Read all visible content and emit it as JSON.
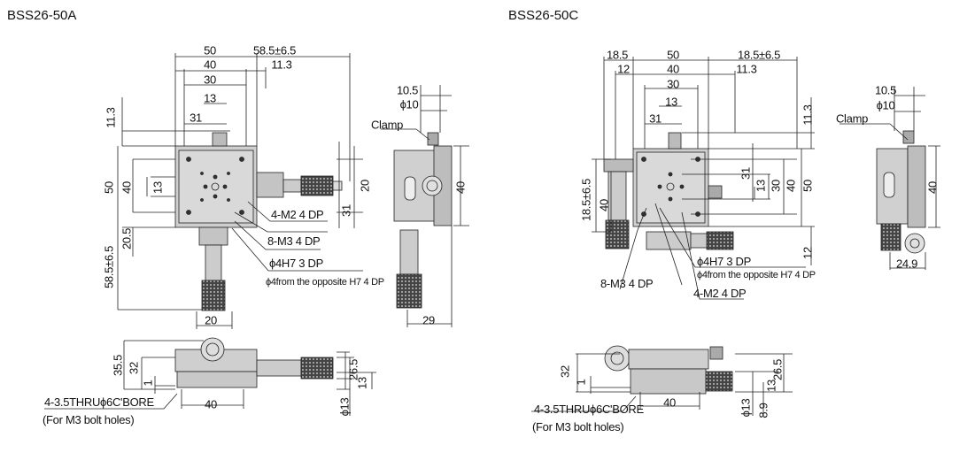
{
  "left": {
    "title": "BSS26-50A",
    "top_view": [
      "50",
      "58.5±6.5",
      "40",
      "11.3",
      "30",
      "13",
      "31",
      "11.3",
      "50",
      "40",
      "13",
      "20.5",
      "58.5±6.5",
      "20",
      "31",
      "4-M2 4 DP",
      "8-M3 4 DP",
      "ϕ4H7 3 DP",
      "ϕ4from the opposite H7 4 DP",
      "20"
    ],
    "side_view": [
      "10.5",
      "ϕ10",
      "Clamp",
      "40",
      "29"
    ],
    "front_view": [
      "35.5",
      "32",
      "1",
      "26.5",
      "13",
      "4-3.5THRUϕ6C'BORE",
      "40",
      "ϕ13",
      "(For M3 bolt holes)"
    ]
  },
  "right": {
    "title": "BSS26-50C",
    "top_view": [
      "18.5",
      "50",
      "18.5±6.5",
      "12",
      "40",
      "11.3",
      "30",
      "13",
      "31",
      "11.3",
      "31",
      "13",
      "30",
      "40",
      "50",
      "12",
      "18.5±6.5",
      "40",
      "ϕ4H7 3 DP",
      "ϕ4from the opposite H7 4 DP",
      "8-M3 4 DP",
      "4-M2 4 DP"
    ],
    "side_view": [
      "10.5",
      "ϕ10",
      "Clamp",
      "40",
      "24.9"
    ],
    "front_view": [
      "32",
      "1",
      "26.5",
      "13",
      "8.9",
      "ϕ13",
      "40",
      "4-3.5THRUϕ6C'BORE",
      "(For M3 bolt holes)"
    ]
  }
}
